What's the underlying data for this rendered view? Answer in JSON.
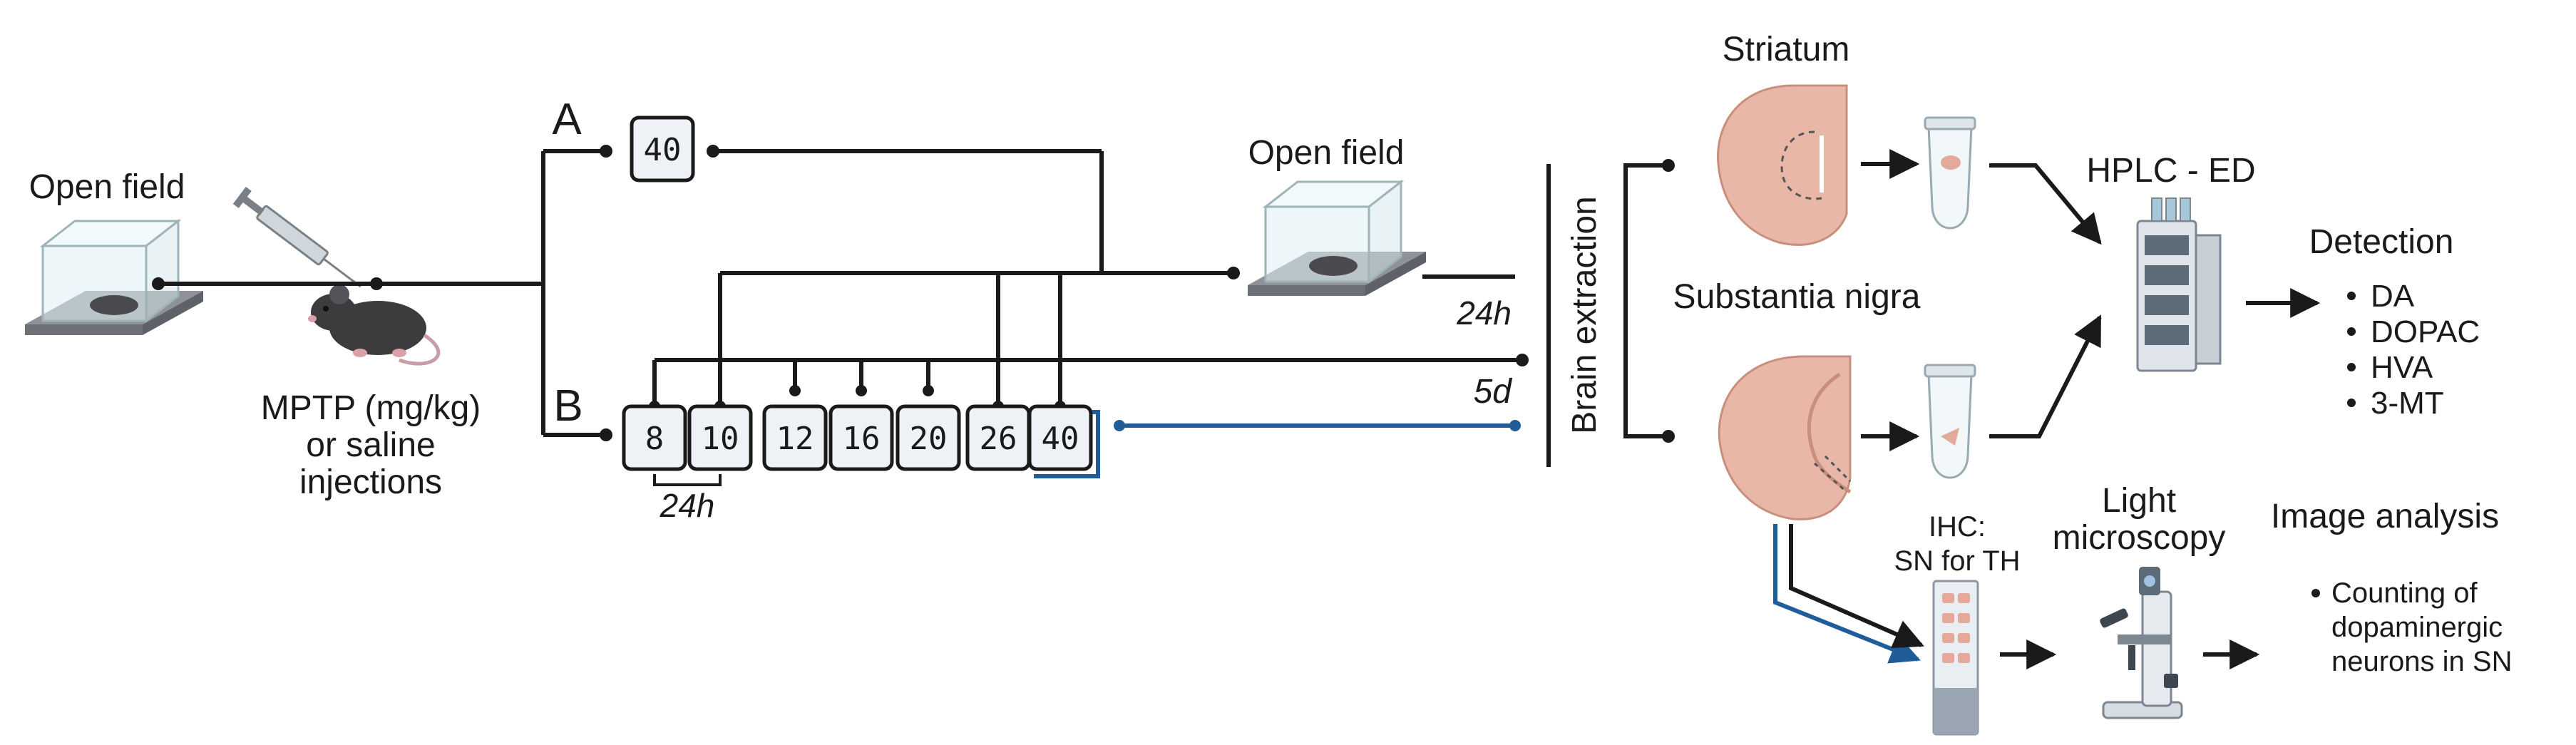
{
  "labels": {
    "open_field_left": "Open field",
    "mptp_line1": "MPTP (mg/kg)",
    "mptp_line2": "or saline",
    "mptp_line3": "injections",
    "group_a": "A",
    "group_b": "B",
    "open_field_mid": "Open field",
    "interval_24h_top": "24h",
    "interval_5d": "5d",
    "interval_24h_bottom": "24h",
    "brain_extraction": "Brain extraction",
    "striatum": "Striatum",
    "substantia_nigra": "Substantia nigra",
    "hplc": "HPLC - ED",
    "detection": "Detection",
    "ihc_line1": "IHC:",
    "ihc_line2": "SN for TH",
    "light_line1": "Light",
    "light_line2": "microscopy",
    "image_analysis": "Image analysis",
    "counting_line1": "Counting of",
    "counting_line2": "dopaminergic",
    "counting_line3": "neurons in SN"
  },
  "doses": {
    "group_a": "40",
    "group_b": [
      "8",
      "10",
      "12",
      "16",
      "20",
      "26",
      "40"
    ]
  },
  "detection_items": [
    "DA",
    "DOPAC",
    "HVA",
    "3-MT"
  ],
  "colors": {
    "line": "#1a1a1a",
    "blue": "#1f5c99",
    "box_fill": "#eef1f5",
    "brain": "#e8b7a7",
    "brain_edge": "#c98f7d"
  },
  "icons": [
    "open-field-box-icon",
    "syringe-icon",
    "mouse-icon",
    "brain-coronal-icon",
    "tube-icon",
    "hplc-instrument-icon",
    "slide-icon",
    "microscope-icon"
  ]
}
